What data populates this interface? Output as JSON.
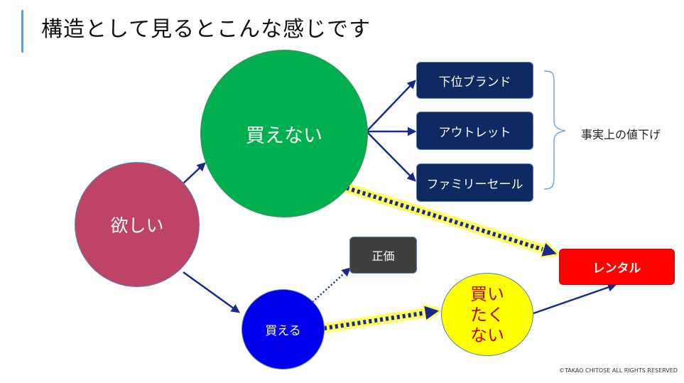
{
  "title": "構造として見るとこんな感じです",
  "nodes": {
    "want": "欲しい",
    "cannot_buy": "買えない",
    "can_buy": "買える",
    "dont_want_to_buy": "買い\nたく\nない",
    "lower_brand": "下位ブランド",
    "outlet": "アウトレット",
    "family_sale": "ファミリーセール",
    "regular_price": "正価",
    "rental": "レンタル"
  },
  "brace_label": "事実上の値下げ",
  "copyright": "©TAKAO CHITOSE ALL RIGHTS RESERVED",
  "colors": {
    "want": "#be4467",
    "cannot_buy": "#00b04f",
    "can_buy": "#0000ee",
    "dont_want": "#ffff00",
    "dont_want_text": "#c00000",
    "navy_box": "#0e2a63",
    "regular_box": "#404040",
    "rental": "#ff0000",
    "arrow": "#1a2a8c",
    "highlight": "#ffff66"
  }
}
